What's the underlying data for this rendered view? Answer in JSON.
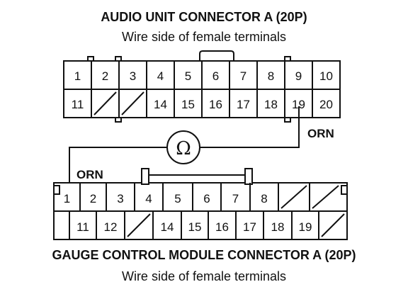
{
  "top_connector": {
    "title": "AUDIO UNIT CONNECTOR A (20P)",
    "subtitle": "Wire side of female terminals",
    "row1": [
      "1",
      "2",
      "3",
      "4",
      "5",
      "6",
      "7",
      "8",
      "9",
      "10"
    ],
    "row2": [
      "11",
      "",
      "",
      "14",
      "15",
      "16",
      "17",
      "18",
      "19",
      "20"
    ]
  },
  "bottom_connector": {
    "title": "GAUGE CONTROL MODULE CONNECTOR A (20P)",
    "subtitle": "Wire side of female terminals",
    "row1": [
      "1",
      "2",
      "3",
      "4",
      "5",
      "6",
      "7",
      "8",
      "",
      ""
    ],
    "row2": [
      "",
      "11",
      "12",
      "",
      "14",
      "15",
      "16",
      "17",
      "18",
      "19",
      ""
    ]
  },
  "wire": {
    "top_color_label": "ORN",
    "bottom_color_label": "ORN",
    "meter_symbol": "Ω"
  }
}
